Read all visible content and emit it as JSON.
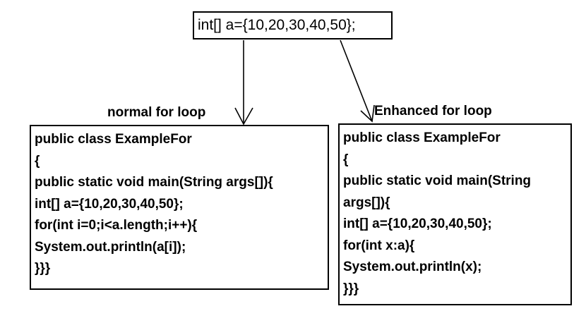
{
  "top_box": {
    "code": "int[] a={10,20,30,40,50};"
  },
  "left": {
    "caption": "normal for loop",
    "lines": [
      "public class ExampleFor",
      "{",
      "public static void main(String args[]){",
      "int[] a={10,20,30,40,50};",
      "for(int i=0;i<a.length;i++){",
      "System.out.println(a[i]);",
      "}}}"
    ]
  },
  "right": {
    "caption": "Enhanced for loop",
    "lines": [
      "public class ExampleFor",
      "{",
      "public static void main(String",
      "args[]){",
      "int[] a={10,20,30,40,50};",
      "for(int x:a){",
      "System.out.println(x);",
      "}}}"
    ]
  }
}
